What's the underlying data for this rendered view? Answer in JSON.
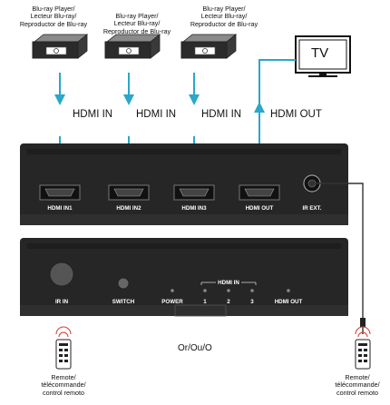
{
  "sources": [
    {
      "line1": "Blu-ray Player/",
      "line2": "Lecteur Blu-ray/",
      "line3": "Reproductor de Blu-ray"
    },
    {
      "line1": "Blu-ray Player/",
      "line2": "Lecteur Blu-ray/",
      "line3": "Reproductor de Blu-ray"
    },
    {
      "line1": "Blu-ray Player/",
      "line2": "Lecteur Blu-ray/",
      "line3": "Reproductor de Blu-ray"
    }
  ],
  "tv": {
    "label": "TV"
  },
  "signal_labels": {
    "in1": "HDMI IN",
    "in2": "HDMI IN",
    "in3": "HDMI IN",
    "out": "HDMI OUT"
  },
  "back_panel": {
    "port1": "HDMI IN1",
    "port2": "HDMI IN2",
    "port3": "HDMI IN3",
    "port_out": "HDMI OUT",
    "ir_ext": "IR EXT."
  },
  "front_panel": {
    "ir_in": "IR IN",
    "switch": "SWITCH",
    "power": "POWER",
    "hdmi_in_group": "HDMI IN",
    "led1": "1",
    "led2": "2",
    "led3": "3",
    "hdmi_out": "HDMI OUT"
  },
  "or_text": "Or/Ou/O",
  "remotes": [
    {
      "line1": "Remote/",
      "line2": "télécommande/",
      "line3": "control remoto"
    },
    {
      "line1": "Remote/",
      "line2": "télécommande/",
      "line3": "control remoto"
    }
  ],
  "colors": {
    "cable": "#2aa7c9",
    "ir_cable": "#333333",
    "device": "#2b2b2b"
  }
}
